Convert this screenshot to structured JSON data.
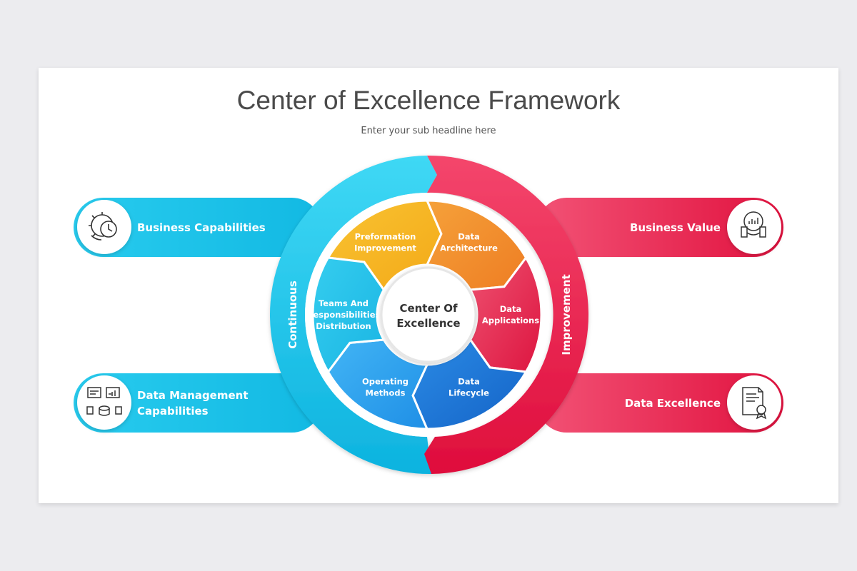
{
  "header": {
    "title": "Center of Excellence Framework",
    "subtitle": "Enter your sub headline here"
  },
  "ring": {
    "left_label": "Continuous",
    "right_label": "Improvement"
  },
  "center": {
    "line1": "Center Of",
    "line2": "Excellence"
  },
  "segments": [
    {
      "line1": "Preformation",
      "line2": "Improvement",
      "line3": ""
    },
    {
      "line1": "Data",
      "line2": "Architecture",
      "line3": ""
    },
    {
      "line1": "Data",
      "line2": "Applications",
      "line3": ""
    },
    {
      "line1": "Data",
      "line2": "Lifecycle",
      "line3": ""
    },
    {
      "line1": "Operating",
      "line2": "Methods",
      "line3": ""
    },
    {
      "line1": "Teams And",
      "line2": "Responsibilities",
      "line3": "Distribution"
    }
  ],
  "pills": {
    "business_capabilities": {
      "label": "Business Capabilities",
      "icon": "clock-gear-icon"
    },
    "data_management": {
      "line1": "Data Management",
      "line2": "Capabilities",
      "icon": "data-management-icon"
    },
    "business_value": {
      "label": "Business Value",
      "icon": "hand-chart-icon"
    },
    "data_excellence": {
      "label": "Data Excellence",
      "icon": "certificate-icon"
    }
  },
  "colors": {
    "cyan": "#1cc6ea",
    "red": "#e8194a",
    "yellow": "#f7b61b",
    "orange": "#f2902b",
    "pink": "#e83a5c",
    "blue": "#1e78d8",
    "lightblue": "#3fa6f0",
    "teal": "#2bc3ea"
  }
}
